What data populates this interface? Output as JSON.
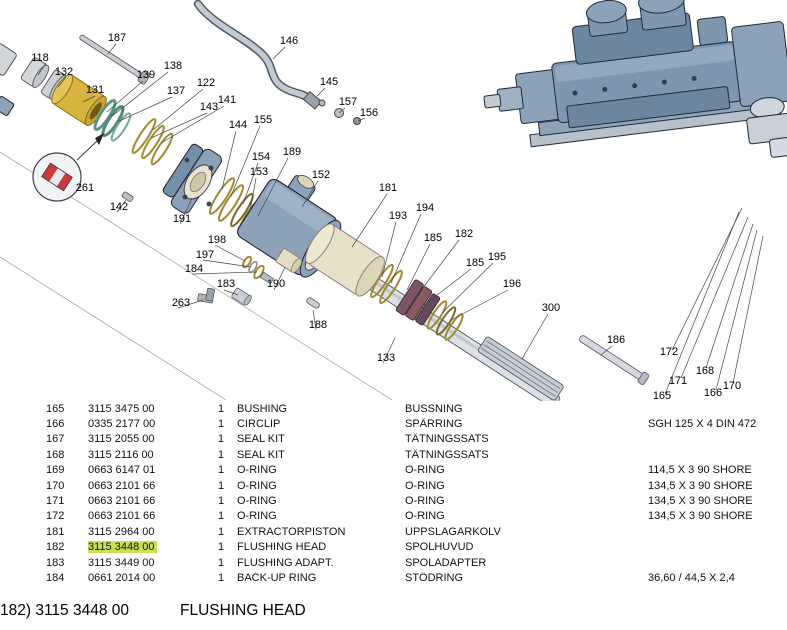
{
  "diagram": {
    "callouts": [
      "118",
      "132",
      "187",
      "139",
      "138",
      "131",
      "137",
      "122",
      "141",
      "143",
      "144",
      "155",
      "146",
      "145",
      "157",
      "156",
      "154",
      "153",
      "189",
      "152",
      "181",
      "193",
      "194",
      "185",
      "182",
      "185",
      "195",
      "196",
      "300",
      "186",
      "261",
      "142",
      "191",
      "198",
      "197",
      "184",
      "263",
      "183",
      "190",
      "188",
      "133",
      "172",
      "171",
      "168",
      "165",
      "166",
      "170"
    ],
    "colors": {
      "machine_body": "#7e96b0",
      "cream_part": "#e8e1c9",
      "yellow_bushing": "#d8b33e",
      "o_ring_gold": "#a08a30",
      "seal_dark": "#7b5566",
      "detail_red": "#cc3b3b"
    }
  },
  "table": {
    "highlight_color": "#c8e052",
    "rows": [
      {
        "item": "165",
        "part": "3115 3475 00",
        "qty": "1",
        "desc_en": "BUSHING",
        "desc_sv": "BUSSNING",
        "note": ""
      },
      {
        "item": "166",
        "part": "0335 2177 00",
        "qty": "1",
        "desc_en": "CIRCLIP",
        "desc_sv": "SPÄRRING",
        "note": "SGH 125 X 4 DIN 472"
      },
      {
        "item": "167",
        "part": "3115 2055 00",
        "qty": "1",
        "desc_en": "SEAL KIT",
        "desc_sv": "TÄTNINGSSATS",
        "note": ""
      },
      {
        "item": "168",
        "part": "3115 2116 00",
        "qty": "1",
        "desc_en": "SEAL KIT",
        "desc_sv": "TÄTNINGSSATS",
        "note": ""
      },
      {
        "item": "169",
        "part": "0663 6147 01",
        "qty": "1",
        "desc_en": "O-RING",
        "desc_sv": "O-RING",
        "note": "114,5 X 3  90 SHORE"
      },
      {
        "item": "170",
        "part": "0663 2101 66",
        "qty": "1",
        "desc_en": "O-RING",
        "desc_sv": "O-RING",
        "note": "134,5 X 3  90 SHORE"
      },
      {
        "item": "171",
        "part": "0663 2101 66",
        "qty": "1",
        "desc_en": "O-RING",
        "desc_sv": "O-RING",
        "note": "134,5 X 3  90 SHORE"
      },
      {
        "item": "172",
        "part": "0663 2101 66",
        "qty": "1",
        "desc_en": "O-RING",
        "desc_sv": "O-RING",
        "note": "134,5 X 3  90 SHORE"
      },
      {
        "item": "181",
        "part": "3115 2964 00",
        "qty": "1",
        "desc_en": "EXTRACTORPISTON",
        "desc_sv": "UPPSLAGARKOLV",
        "note": ""
      },
      {
        "item": "182",
        "part": "3115 3448 00",
        "qty": "1",
        "desc_en": "FLUSHING HEAD",
        "desc_sv": "SPOLHUVUD",
        "note": ""
      },
      {
        "item": "183",
        "part": "3115 3449 00",
        "qty": "1",
        "desc_en": "FLUSHING ADAPT.",
        "desc_sv": "SPOLADAPTER",
        "note": ""
      },
      {
        "item": "184",
        "part": "0661 2014 00",
        "qty": "1",
        "desc_en": "BACK-UP RING",
        "desc_sv": "STÖDRING",
        "note": "36,60 / 44,5 X 2,4"
      }
    ]
  },
  "caption": {
    "ref": "182) 3115 3448 00",
    "name": "FLUSHING HEAD"
  }
}
